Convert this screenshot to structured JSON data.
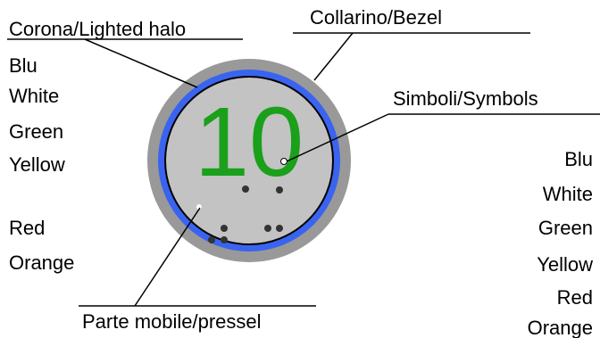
{
  "callouts": {
    "halo_title": "Corona/Lighted halo",
    "bezel_title": "Collarino/Bezel",
    "symbols_title": "Simboli/Symbols",
    "pressel_title": "Parte mobile/pressel"
  },
  "halo_colors": [
    "Blu",
    "White",
    "Green",
    "Yellow",
    "Red",
    "Orange"
  ],
  "symbol_colors": [
    "Blu",
    "White",
    "Green",
    "Yellow",
    "Red",
    "Orange"
  ],
  "button": {
    "number": "10",
    "number_color": "#1aa01a",
    "halo_color": "#3a64f0",
    "bezel_color": "#999999",
    "pressel_color": "#c3c3c3",
    "braille_dot_color": "#333333"
  },
  "colors": {
    "line": "#000000",
    "text": "#000000",
    "background": "#ffffff"
  }
}
